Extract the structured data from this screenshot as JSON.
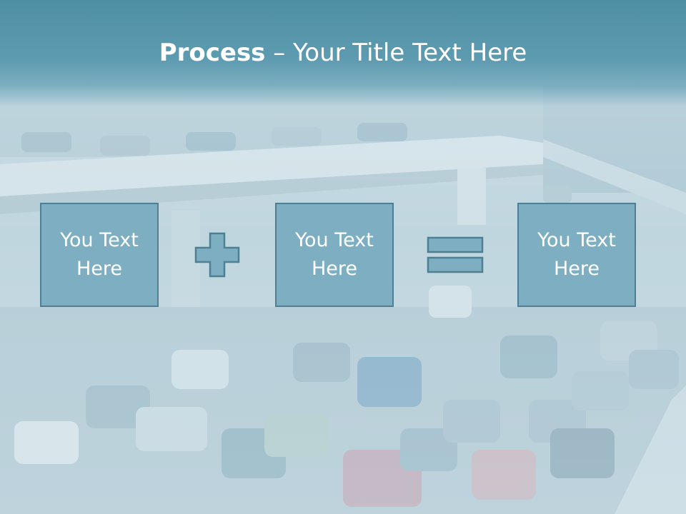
{
  "slide": {
    "title_bold": "Process",
    "title_rest": " – Your Title Text Here"
  },
  "process": {
    "box_1_line_1": "You Text",
    "box_1_line_2": "Here",
    "box_2_line_1": "You Text",
    "box_2_line_2": "Here",
    "box_3_line_1": "You Text",
    "box_3_line_2": "Here",
    "operator_1": "plus-icon",
    "operator_2": "equals-icon"
  },
  "colors": {
    "title_band": "#5a98ad",
    "box_fill": "#7eaec1",
    "box_border": "#4f7f93",
    "text": "#ffffff"
  }
}
